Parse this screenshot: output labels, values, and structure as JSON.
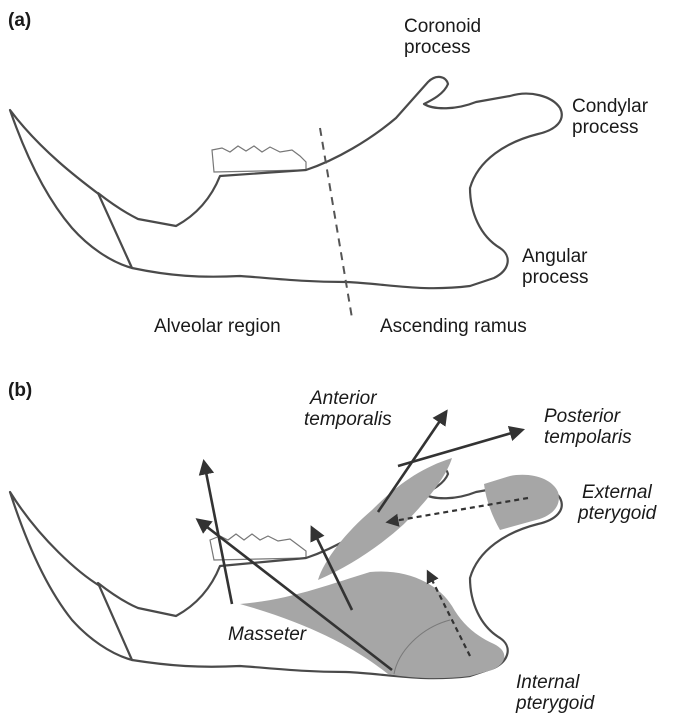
{
  "panel_a": {
    "label": "(a)",
    "coronoid": [
      "Coronoid",
      "process"
    ],
    "condylar": [
      "Condylar",
      "process"
    ],
    "angular": [
      "Angular",
      "process"
    ],
    "alveolar": "Alveolar region",
    "ascending": "Ascending ramus"
  },
  "panel_b": {
    "label": "(b)",
    "anterior_temporalis": [
      "Anterior",
      "temporalis"
    ],
    "posterior_temporalis": [
      "Posterior",
      "tempolaris"
    ],
    "external_pterygoid": [
      "External",
      "pterygoid"
    ],
    "masseter": "Masseter",
    "internal_pterygoid": [
      "Internal",
      "pterygoid"
    ]
  },
  "colors": {
    "muscle": "#a6a6a6",
    "outline": "#4a4a4a",
    "arrow": "#333333"
  }
}
